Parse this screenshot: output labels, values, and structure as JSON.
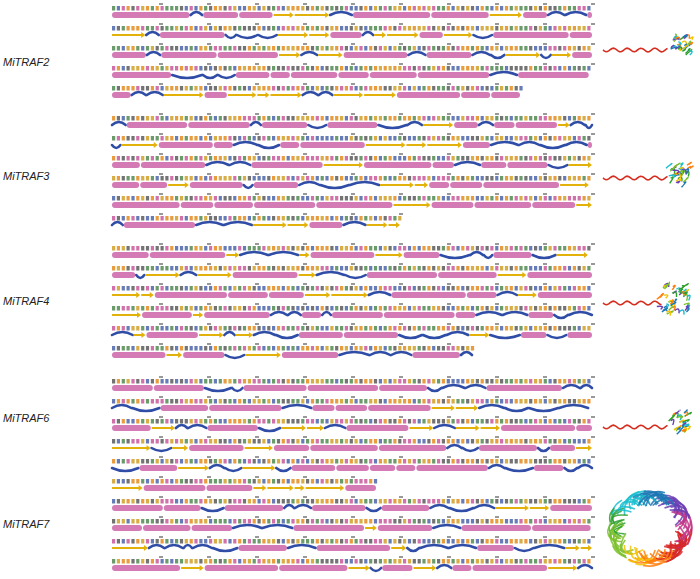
{
  "diagram": {
    "labels": [
      "MiTRAF2",
      "MiTRAF3",
      "MiTRAF4",
      "MiTRAF6",
      "MiTRAF7"
    ]
  }
}
